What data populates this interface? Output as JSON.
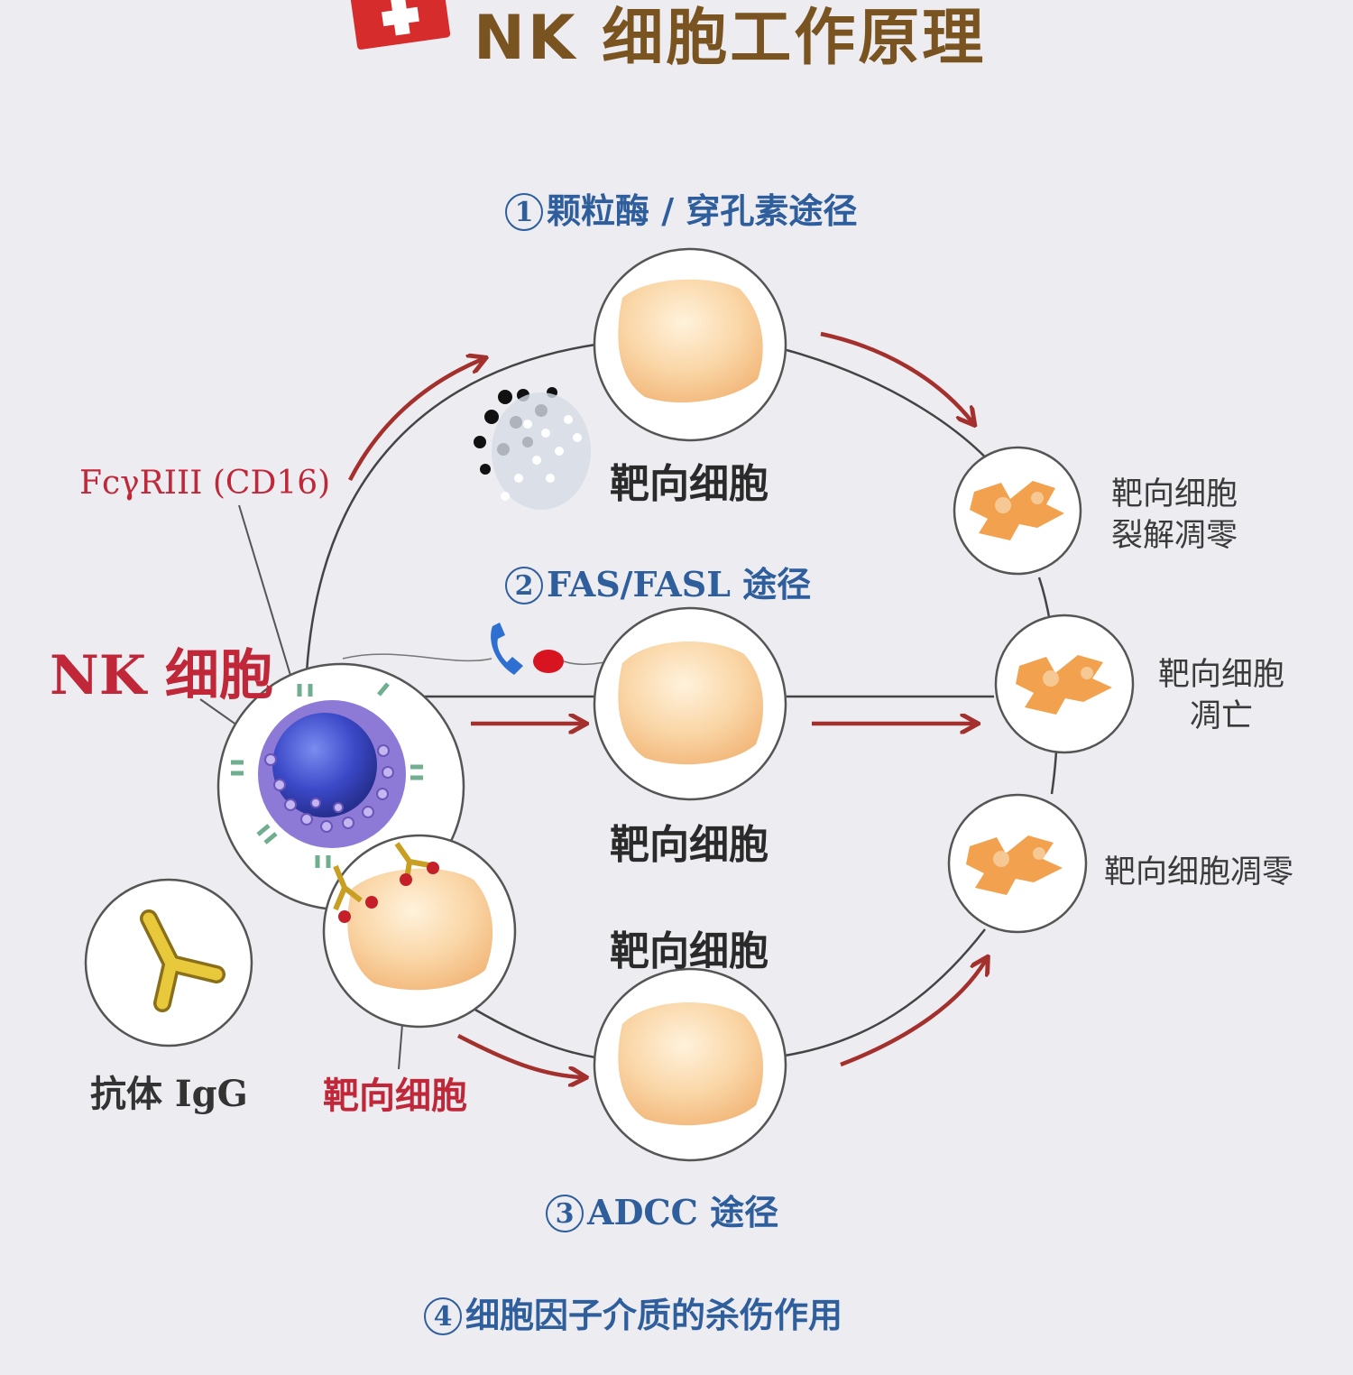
{
  "header": {
    "title": "NK 细胞工作原理"
  },
  "pathways": {
    "p1": {
      "num": "1",
      "label": "颗粒酶 / 穿孔素途径"
    },
    "p2": {
      "num": "2",
      "label": "FAS/FASL 途径"
    },
    "p3": {
      "num": "3",
      "label": "ADCC 途径"
    },
    "p4": {
      "num": "4",
      "label": "细胞因子介质的杀伤作用"
    }
  },
  "labels": {
    "receptor": "FcγRIII (CD16)",
    "nk_cell": "NK 细胞",
    "antibody": "抗体 IgG",
    "target_cell": "靶向细胞",
    "target_small_red": "靶向细胞",
    "result_lysis_line1": "靶向细胞",
    "result_lysis_line2": "裂解凋零",
    "result_apoptosis_line1": "靶向细胞",
    "result_apoptosis_line2": "凋亡",
    "result_wither": "靶向细胞凋零"
  },
  "colors": {
    "title": "#7a5420",
    "pathway_text": "#2f5e9c",
    "accent_red": "#c0283a",
    "arrow": "#a3302c",
    "nk_core": "#3b49c8",
    "nk_shell": "#8d79d6",
    "antibody": "#e0b92c",
    "target_cell": "#f6c894"
  },
  "icons": {
    "flag": "swiss-flag-icon",
    "phone": "phone-icon"
  }
}
